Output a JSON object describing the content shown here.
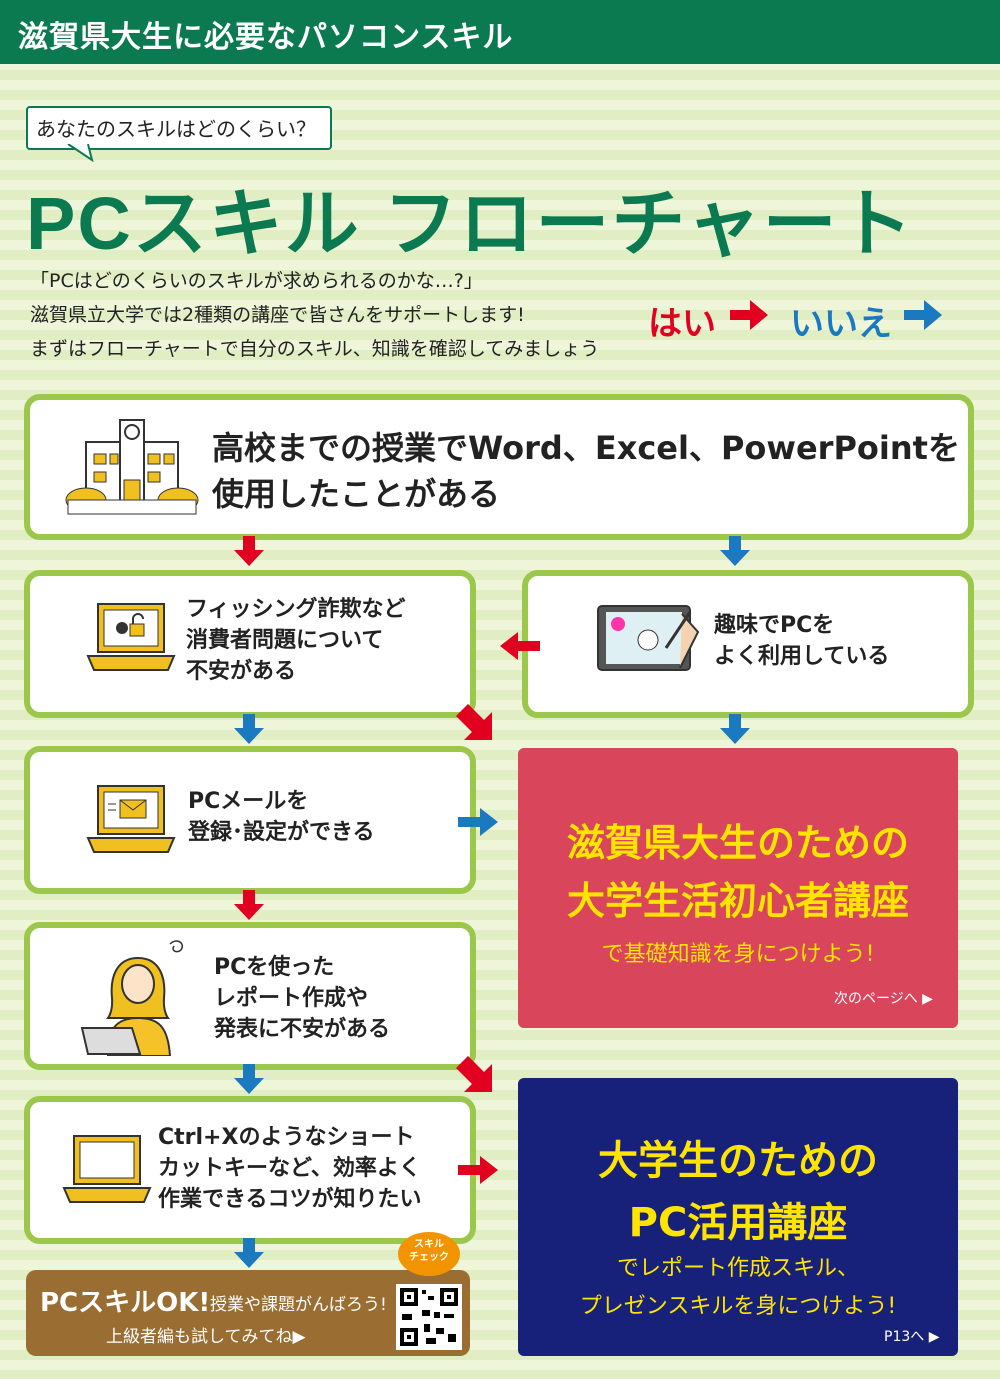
{
  "header": {
    "title": "滋賀県大生に必要なパソコンスキル"
  },
  "hero": {
    "bubble": "あなたのスキルはどのくらい？",
    "title": "PCスキル フローチャート",
    "intro": [
      "「PCはどのくらいのスキルが求められるのかな…?」",
      "滋賀県立大学では2種類の講座で皆さんをサポートします!",
      "まずはフローチャートで自分のスキル、知識を確認してみましょう"
    ],
    "legend": {
      "yes": "はい",
      "no": "いいえ"
    }
  },
  "flow": {
    "q1": {
      "line1": "高校までの授業でWord、Excel、PowerPointを",
      "line2": "使用したことがある",
      "icon": "school-building-icon"
    },
    "q_phishing": {
      "lines": [
        "フィッシング詐欺など",
        "消費者問題について",
        "不安がある"
      ],
      "icon": "laptop-security-icon"
    },
    "q_hobby": {
      "lines": [
        "趣味でPCを",
        "よく利用している"
      ],
      "icon": "tablet-pen-icon"
    },
    "q_mail": {
      "lines": [
        "PCメールを",
        "登録･設定ができる"
      ],
      "icon": "laptop-mail-icon"
    },
    "q_report": {
      "lines": [
        "PCを使った",
        "レポート作成や",
        "発表に不安がある"
      ],
      "icon": "student-laptop-icon"
    },
    "q_shortcut": {
      "lines": [
        "Ctrl+Xのようなショート",
        "カットキーなど、効率よく",
        "作業できるコツが知りたい"
      ],
      "icon": "laptop-icon"
    }
  },
  "results": {
    "beginner": {
      "title1": "滋賀県大生のための",
      "title2": "大学生活初心者講座",
      "sub": "で基礎知識を身につけよう!",
      "link": "次のページへ ▶",
      "color": "#d9455a"
    },
    "pc_use": {
      "title1": "大学生のための",
      "title2": "PC活用講座",
      "sub1": "でレポート作成スキル、",
      "sub2": "プレゼンスキルを身につけよう!",
      "link": "P13へ ▶",
      "color": "#17217a"
    },
    "ok": {
      "title": "PCスキルOK!",
      "sub": "授業や課題がんばろう!",
      "link": "上級者編も試してみてね▶",
      "badge1": "スキル",
      "badge2": "チェック"
    }
  },
  "colors": {
    "brand": "#0c7a51",
    "yes": "#e1001f",
    "no": "#1b79c0",
    "box_border": "#9bc84a"
  }
}
